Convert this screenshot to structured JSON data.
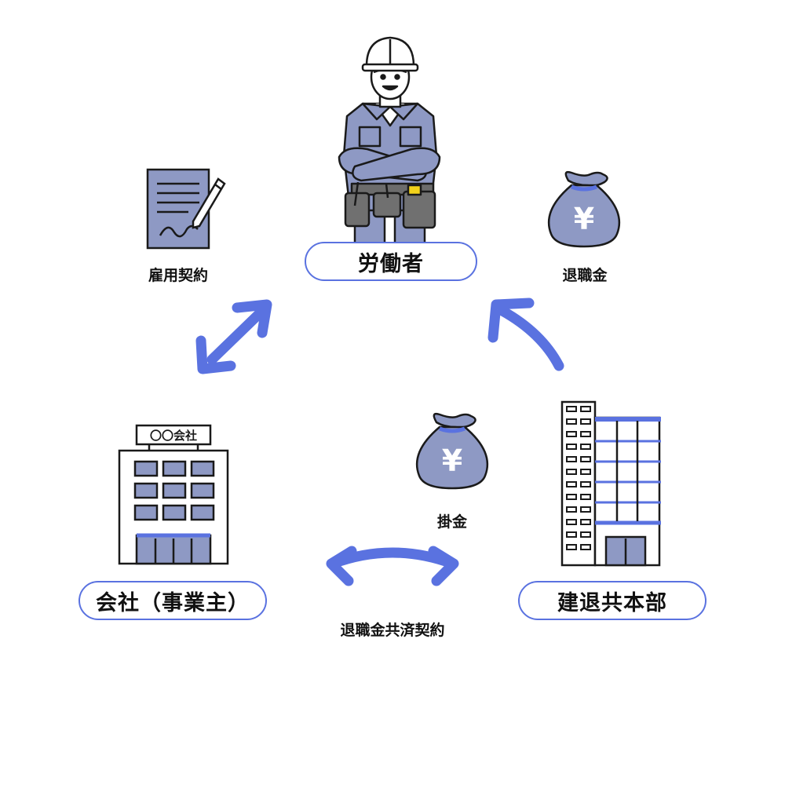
{
  "nodes": {
    "worker": "労働者",
    "company": "会社（事業主）",
    "kentai": "建退共本部",
    "company_sign": "〇〇会社"
  },
  "labels": {
    "employment_contract": "雇用契約",
    "retirement_money": "退職金",
    "premium": "掛金",
    "mutual_aid_contract": "退職金共済契約"
  },
  "money_symbol": "¥",
  "colors": {
    "accent": "#5a72e0",
    "fill": "#8e99c4",
    "outline": "#1a1a1a"
  }
}
